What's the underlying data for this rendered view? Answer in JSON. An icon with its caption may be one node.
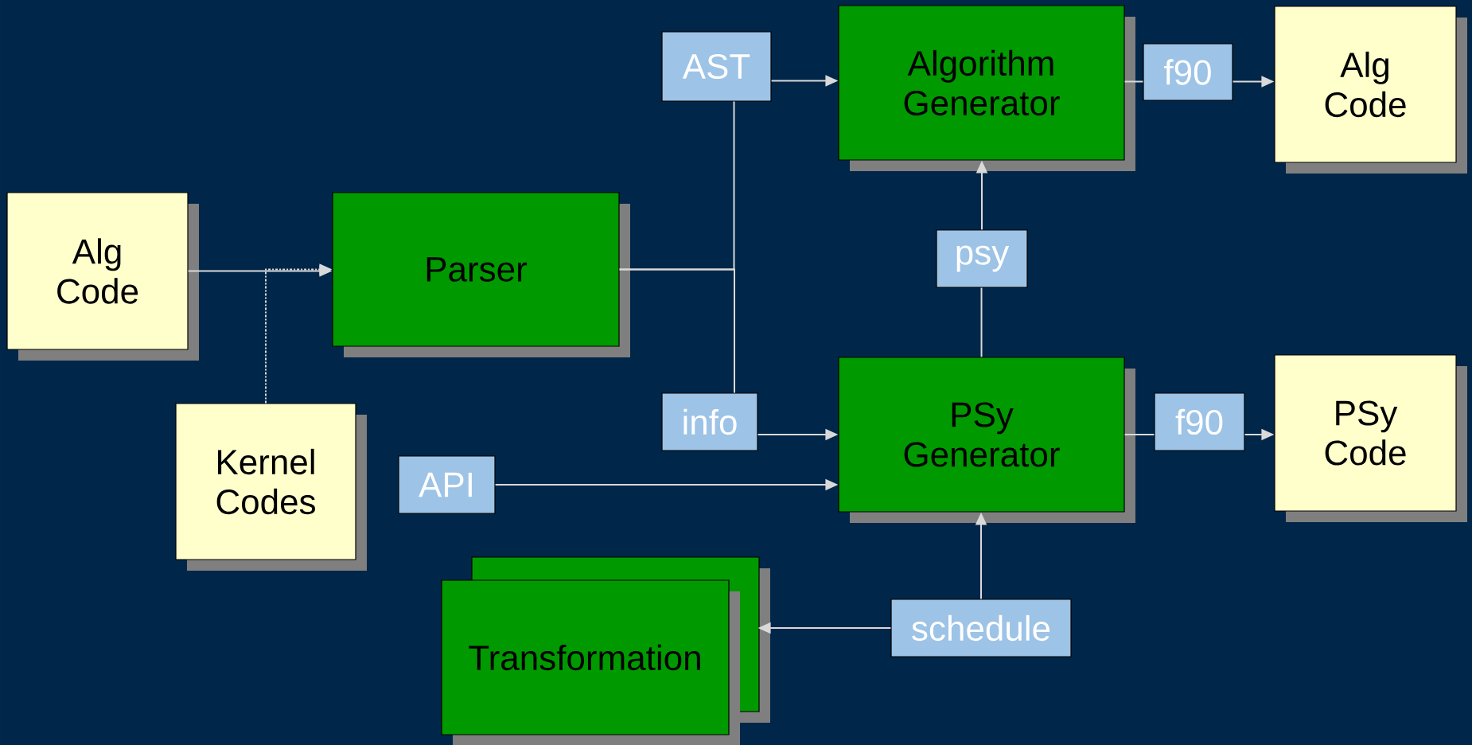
{
  "diagram": {
    "nodes": [
      {
        "text": [
          "Alg Code"
        ]
      },
      {
        "text": [
          "Parser"
        ]
      },
      {
        "text": [
          "Kernel Codes"
        ]
      },
      {
        "text": [
          "AST"
        ]
      },
      {
        "text": [
          "Algorithm Generator"
        ]
      },
      {
        "text": [
          "f90"
        ]
      },
      {
        "text": [
          "Alg Code"
        ]
      },
      {
        "text": [
          "psy"
        ]
      },
      {
        "text": [
          "info"
        ]
      },
      {
        "text": [
          "PSy Generator"
        ]
      },
      {
        "text": [
          "f90"
        ]
      },
      {
        "text": [
          "PSy Code"
        ]
      },
      {
        "text": [
          "API"
        ]
      },
      {
        "text": [
          "Transformation"
        ]
      },
      {
        "text": [
          "schedule"
        ]
      }
    ],
    "edges": [
      {
        "from": 0,
        "to": 1,
        "arrow": "to"
      },
      {
        "from": 2,
        "to": 1,
        "arrow": "to",
        "style": "dashed"
      },
      {
        "from": 1,
        "to": 3,
        "arrow": "none"
      },
      {
        "from": 1,
        "to": 8,
        "arrow": "none"
      },
      {
        "from": 3,
        "to": 4,
        "arrow": "to"
      },
      {
        "from": 8,
        "to": 9,
        "arrow": "to"
      },
      {
        "from": 9,
        "to": 7,
        "arrow": "none"
      },
      {
        "from": 7,
        "to": 4,
        "arrow": "to"
      },
      {
        "from": 4,
        "to": 5,
        "arrow": "none"
      },
      {
        "from": 5,
        "to": 6,
        "arrow": "to"
      },
      {
        "from": 9,
        "to": 10,
        "arrow": "none"
      },
      {
        "from": 10,
        "to": 11,
        "arrow": "to"
      },
      {
        "from": 12,
        "to": 9,
        "arrow": "to"
      },
      {
        "from": 14,
        "to": 9,
        "arrow": "to"
      },
      {
        "from": 14,
        "to": 13,
        "arrow": "to"
      }
    ]
  }
}
